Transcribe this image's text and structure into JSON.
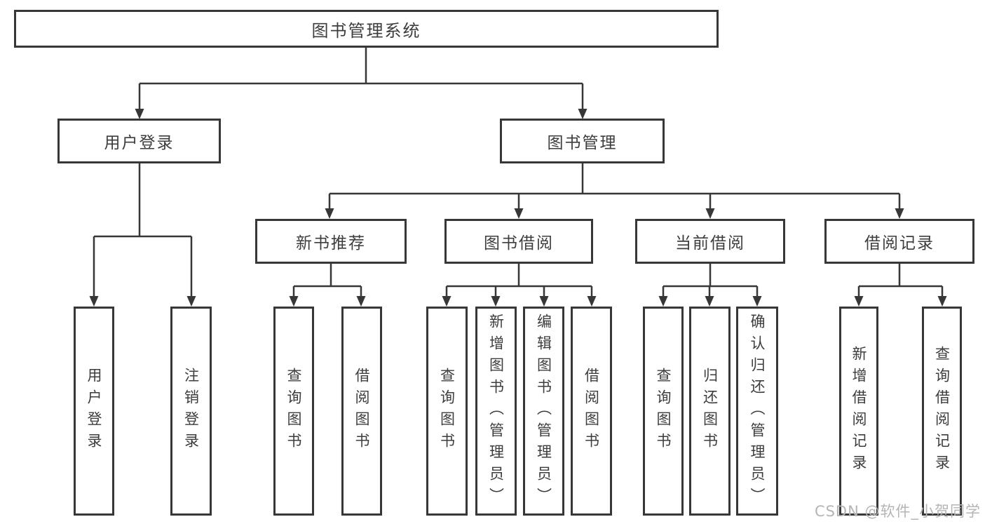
{
  "colors": {
    "line": "#373737",
    "box_border": "#373737",
    "text": "#3d3d3d",
    "background": "#ffffff",
    "watermark": "#b5b5b5"
  },
  "tree": {
    "root": {
      "label": "图书管理系统"
    },
    "branches": [
      {
        "label": "用户登录",
        "children": [
          {
            "label": "用户登录"
          },
          {
            "label": "注销登录"
          }
        ]
      },
      {
        "label": "图书管理",
        "children": [
          {
            "label": "新书推荐",
            "children": [
              {
                "label": "查询图书"
              },
              {
                "label": "借阅图书"
              }
            ]
          },
          {
            "label": "图书借阅",
            "children": [
              {
                "label": "查询图书"
              },
              {
                "label": "新增图书（管理员）"
              },
              {
                "label": "编辑图书（管理员）"
              },
              {
                "label": "借阅图书"
              }
            ]
          },
          {
            "label": "当前借阅",
            "children": [
              {
                "label": "查询图书"
              },
              {
                "label": "归还图书"
              },
              {
                "label": "确认归还（管理员）"
              }
            ]
          },
          {
            "label": "借阅记录",
            "children": [
              {
                "label": "新增借阅记录"
              },
              {
                "label": "查询借阅记录"
              }
            ]
          }
        ]
      }
    ]
  },
  "watermark": {
    "text": "CSDN @软件_小贺同学"
  }
}
